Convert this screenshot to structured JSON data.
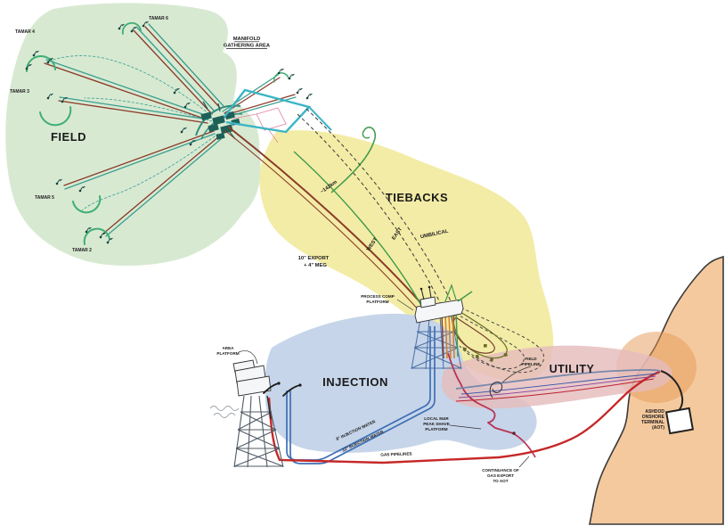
{
  "diagram": {
    "regions": {
      "field": "FIELD",
      "tiebacks": "TIEBACKS",
      "injection": "INJECTION",
      "utility": "UTILITY"
    },
    "manifold_area": {
      "line1": "MANIFOLD",
      "line2": "GATHERING AREA"
    },
    "wells": [
      {
        "name": "TAMAR 4"
      },
      {
        "name": "TAMAR 3"
      },
      {
        "name": "TAMAR 6"
      },
      {
        "name": "TAMAR 5"
      },
      {
        "name": "TAMAR 2"
      }
    ],
    "tieback_labels": {
      "distance": "~142km",
      "umbilical": "UMBILICAL",
      "east": "EAST",
      "west": "WEST",
      "export_line1": "10\" EXPORT",
      "export_line2": "+ 4\" MEG"
    },
    "platforms": {
      "process": {
        "line1": "PROCESS COMP",
        "line2": "PLATFORM"
      },
      "area": {
        "line1": "AREA",
        "line2": "PLATFORM"
      },
      "local": {
        "line1": "LOCAL M&R",
        "line2": "PEAK SHAVE",
        "line3": "PLATFORM"
      }
    },
    "pipelines": {
      "injection_1": "8\" INJECTION WATER",
      "injection_2": "12\" INJECTION WATER",
      "gas": "GAS PIPELINES",
      "continuance_line1": "CONTINUANCE OF",
      "continuance_line2": "GAS EXPORT",
      "continuance_line3": "TO AOT",
      "utility_line1": "FIELD",
      "utility_line2": "PIPELINE"
    },
    "terminal": {
      "line1": "ASHDOD",
      "line2": "ONSHORE",
      "line3": "TERMINAL",
      "line4": "(AOT)"
    },
    "colors": {
      "field": "#d8e9d2",
      "tiebacks": "#f3eca6",
      "injection": "#c6d5e9",
      "utility": "#e5bcbc",
      "land": "#f5c99e",
      "flowline_teal": "#3a9e8e",
      "flowline_brown": "#8a3a28",
      "cyan": "#3ab5c5",
      "injection_blue": "#3f6fb5",
      "export_red": "#c62828"
    }
  }
}
